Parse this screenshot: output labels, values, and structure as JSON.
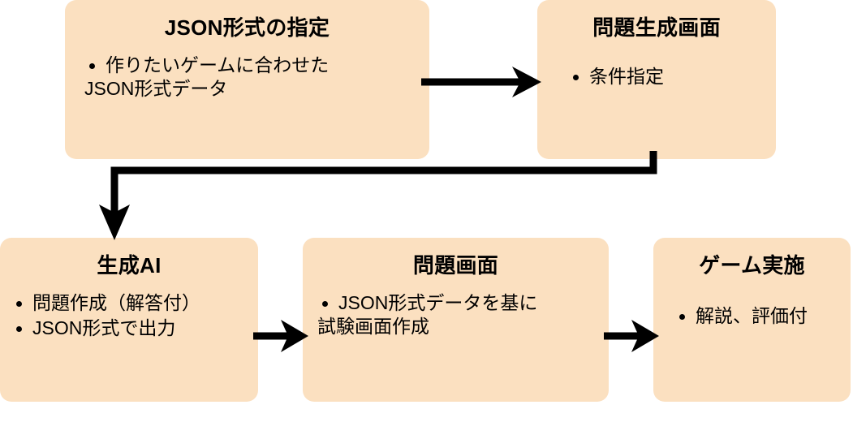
{
  "diagram": {
    "title": "",
    "colors": {
      "node_fill": "#FBE0C0",
      "text": "#000000",
      "connector": "#000000",
      "background": "#FFFFFF"
    },
    "nodes": [
      {
        "id": "json-format",
        "title": "JSON形式の指定",
        "bullets": [
          {
            "line1": "作りたいゲームに合わせた",
            "line2": "JSON形式データ"
          }
        ]
      },
      {
        "id": "question-gen",
        "title": "問題生成画面",
        "bullets": [
          {
            "line1": "条件指定",
            "line2": ""
          }
        ]
      },
      {
        "id": "generative-ai",
        "title": "生成AI",
        "bullets": [
          {
            "line1": "問題作成（解答付）",
            "line2": ""
          },
          {
            "line1": "JSON形式で出力",
            "line2": ""
          }
        ]
      },
      {
        "id": "question-screen",
        "title": "問題画面",
        "bullets": [
          {
            "line1": "JSON形式データを基に",
            "line2": "試験画面作成"
          }
        ]
      },
      {
        "id": "game-play",
        "title": "ゲーム実施",
        "bullets": [
          {
            "line1": "解説、評価付",
            "line2": ""
          }
        ]
      }
    ],
    "connectors": [
      {
        "id": "top-right",
        "from": "json-format",
        "to": "question-gen",
        "style": "straight-right"
      },
      {
        "id": "elbow",
        "from": "question-gen",
        "to": "generative-ai",
        "style": "elbow-down-left-down"
      },
      {
        "id": "bottom-1",
        "from": "generative-ai",
        "to": "question-screen",
        "style": "straight-right"
      },
      {
        "id": "bottom-2",
        "from": "question-screen",
        "to": "game-play",
        "style": "straight-right"
      }
    ]
  }
}
